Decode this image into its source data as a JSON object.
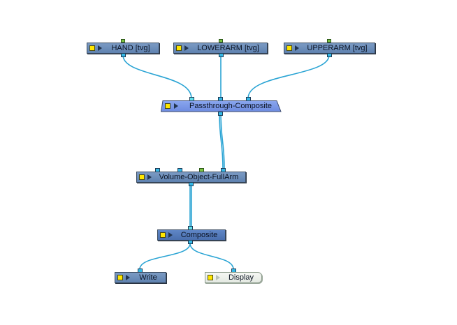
{
  "nodes": {
    "hand": {
      "label": "HAND  [tvg]"
    },
    "lowerarm": {
      "label": "LOWERARM  [tvg]"
    },
    "upperarm": {
      "label": "UPPERARM  [tvg]"
    },
    "passthrough": {
      "label": "Passthrough-Composite"
    },
    "volume": {
      "label": "Volume-Object-FullArm"
    },
    "composite": {
      "label": "Composite"
    },
    "write": {
      "label": "Write"
    },
    "display": {
      "label": "Display"
    }
  },
  "colors": {
    "cable": "#2aa4d4",
    "node_fill": "#6a8dbb",
    "composite_fill": "#4f76b8",
    "display_fill": "#edf1eb",
    "enable_box": "#ffe600",
    "port": "#34b8e6",
    "port_green": "#7ac142"
  }
}
